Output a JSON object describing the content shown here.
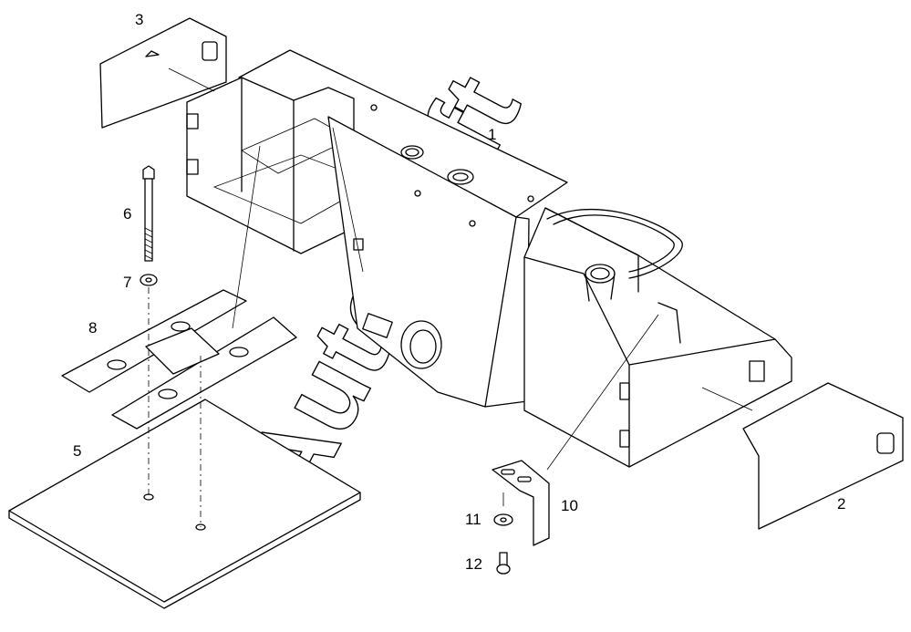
{
  "watermark": "AutoSoft",
  "callouts": {
    "c1": "1",
    "c2": "2",
    "c3": "3",
    "c5": "5",
    "c6": "6",
    "c7": "7",
    "c8": "8",
    "c10": "10",
    "c11": "11",
    "c12": "12"
  },
  "colors": {
    "line": "#000000",
    "background": "#ffffff"
  }
}
